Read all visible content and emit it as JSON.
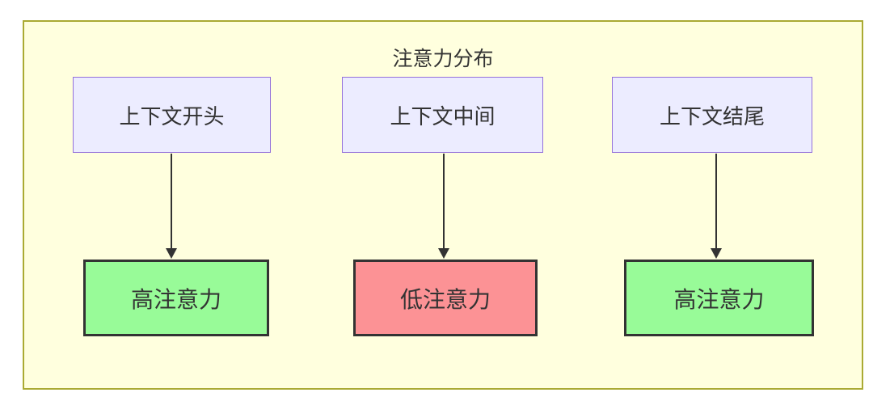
{
  "diagram": {
    "title": "注意力分布",
    "top_nodes": [
      {
        "label": "上下文开头"
      },
      {
        "label": "上下文中间"
      },
      {
        "label": "上下文结尾"
      }
    ],
    "bottom_nodes": [
      {
        "label": "高注意力",
        "level": "high"
      },
      {
        "label": "低注意力",
        "level": "low"
      },
      {
        "label": "高注意力",
        "level": "high"
      }
    ],
    "edges": [
      {
        "from": "上下文开头",
        "to": "高注意力"
      },
      {
        "from": "上下文中间",
        "to": "低注意力"
      },
      {
        "from": "上下文结尾",
        "to": "高注意力"
      }
    ],
    "colors": {
      "container_fill": "#ffffde",
      "container_border": "#aaaa33",
      "top_node_fill": "#ececff",
      "top_node_border": "#9370db",
      "high_fill": "#98fb98",
      "low_fill": "#fc9295",
      "node_border_dark": "#333333",
      "arrow": "#333333",
      "text": "#333333"
    }
  }
}
